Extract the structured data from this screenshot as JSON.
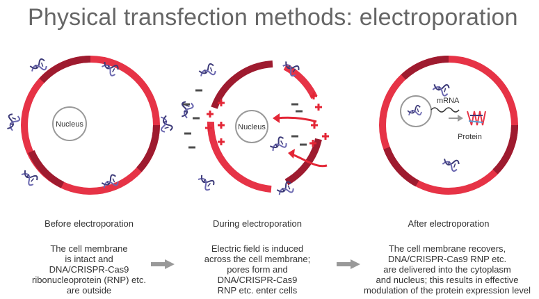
{
  "title": "Physical transfection methods: electroporation",
  "panels": [
    {
      "nucleus_label": "Nucleus",
      "caption": "Before electroporation",
      "description": [
        "The cell membrane",
        "is intact and",
        "DNA/CRISPR-Cas9",
        "ribonucleoprotein (RNP) etc.",
        "are outside"
      ]
    },
    {
      "nucleus_label": "Nucleus",
      "caption": "During electroporation",
      "description": [
        "Electric field is induced",
        "across the cell membrane;",
        "pores form and",
        "DNA/CRISPR-Cas9",
        "RNP etc. enter cells"
      ]
    },
    {
      "nucleus_label": "",
      "mrna_label": "mRNA",
      "protein_label": "Protein",
      "caption": "After electroporation",
      "description": [
        "The cell membrane recovers,",
        "DNA/CRISPR-Cas9 RNP etc.",
        "are delivered into the cytoplasm",
        "and nucleus; this results in effective",
        "modulation of the protein expression level"
      ]
    }
  ],
  "colors": {
    "membrane_outer": "#9e1b2f",
    "membrane_inner": "#e63346",
    "plus": "#e32636",
    "minus": "#4d4d4d",
    "dna": "#3c3a78",
    "arrow": "#999999"
  }
}
